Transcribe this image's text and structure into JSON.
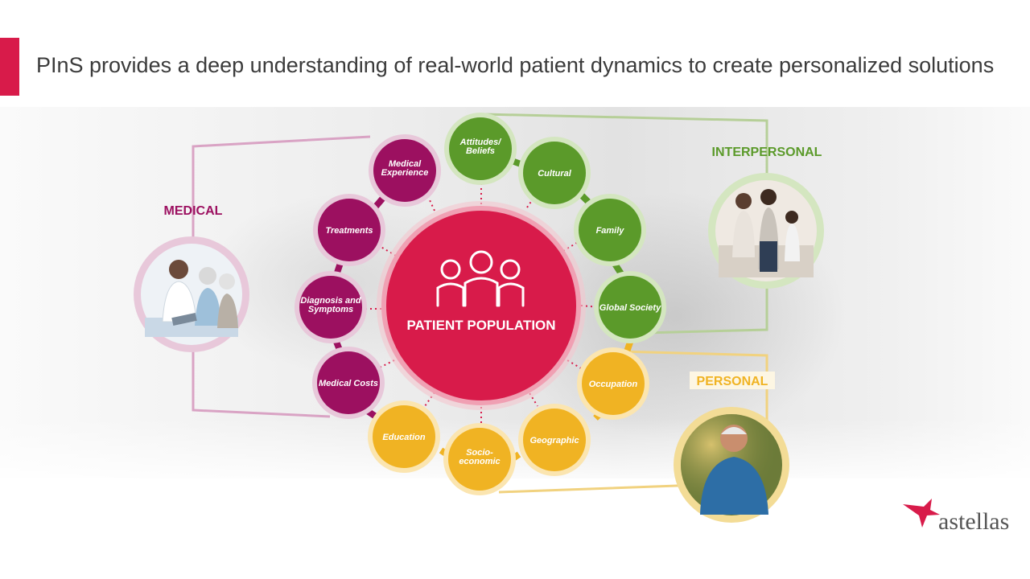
{
  "title": "PInS provides a deep understanding of real-world patient dynamics to create personalized solutions",
  "colors": {
    "accent": "#d81b4a",
    "medical": "#9c1060",
    "interpersonal": "#5b9a2a",
    "personal": "#f0b323",
    "center": "#d81b4a"
  },
  "center": {
    "label": "PATIENT POPULATION",
    "icon": "people-group-icon"
  },
  "groups": {
    "medical": {
      "label": "MEDICAL",
      "photo": "doctor-with-elderly-patients-photo",
      "nodes": [
        "Medical Experience",
        "Treatments",
        "Diagnosis and Symptoms",
        "Medical Costs"
      ]
    },
    "interpersonal": {
      "label": "INTERPERSONAL",
      "photo": "family-dancing-photo",
      "nodes": [
        "Attitudes/ Beliefs",
        "Cultural",
        "Family",
        "Global Society"
      ]
    },
    "personal": {
      "label": "PERSONAL",
      "photo": "senior-man-jogging-photo",
      "nodes": [
        "Occupation",
        "Geographic",
        "Socio-economic",
        "Education"
      ]
    }
  },
  "logo": {
    "text": "astellas",
    "icon": "star-logo-icon"
  }
}
